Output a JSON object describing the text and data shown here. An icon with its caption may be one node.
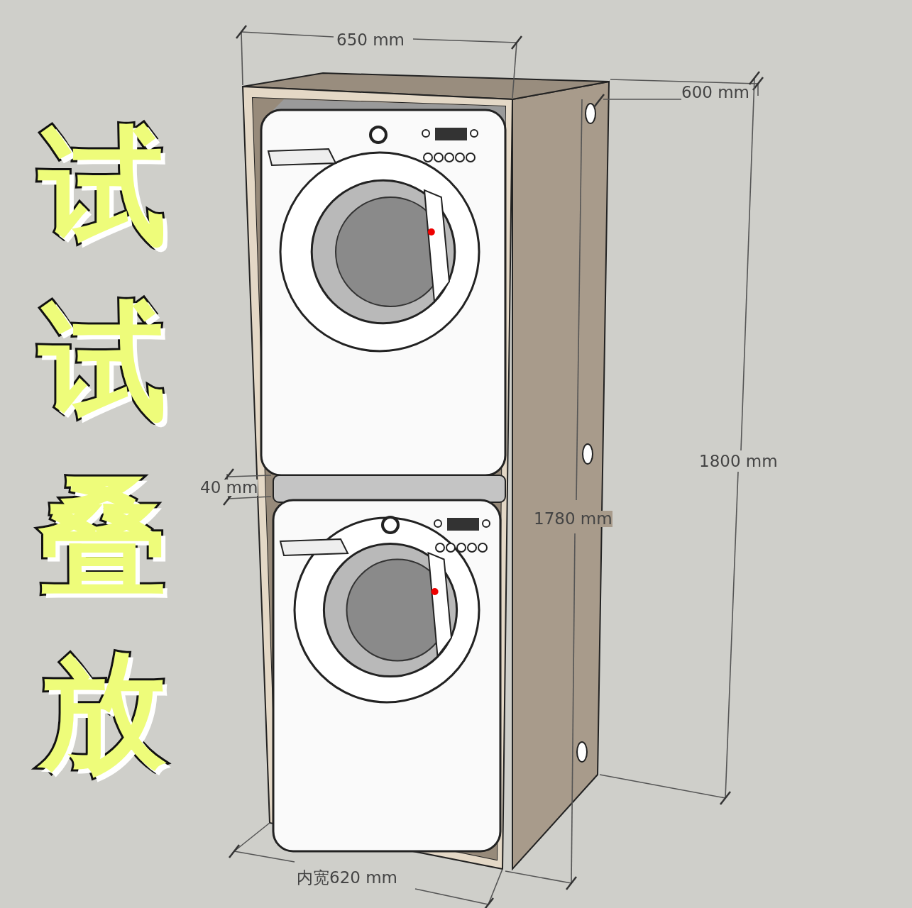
{
  "diagram": {
    "title": "试试叠放",
    "labels": [
      "650 mm",
      "600 mm",
      "1800 mm",
      "40 mm",
      "1780 mm",
      "内宽620 mm"
    ]
  }
}
